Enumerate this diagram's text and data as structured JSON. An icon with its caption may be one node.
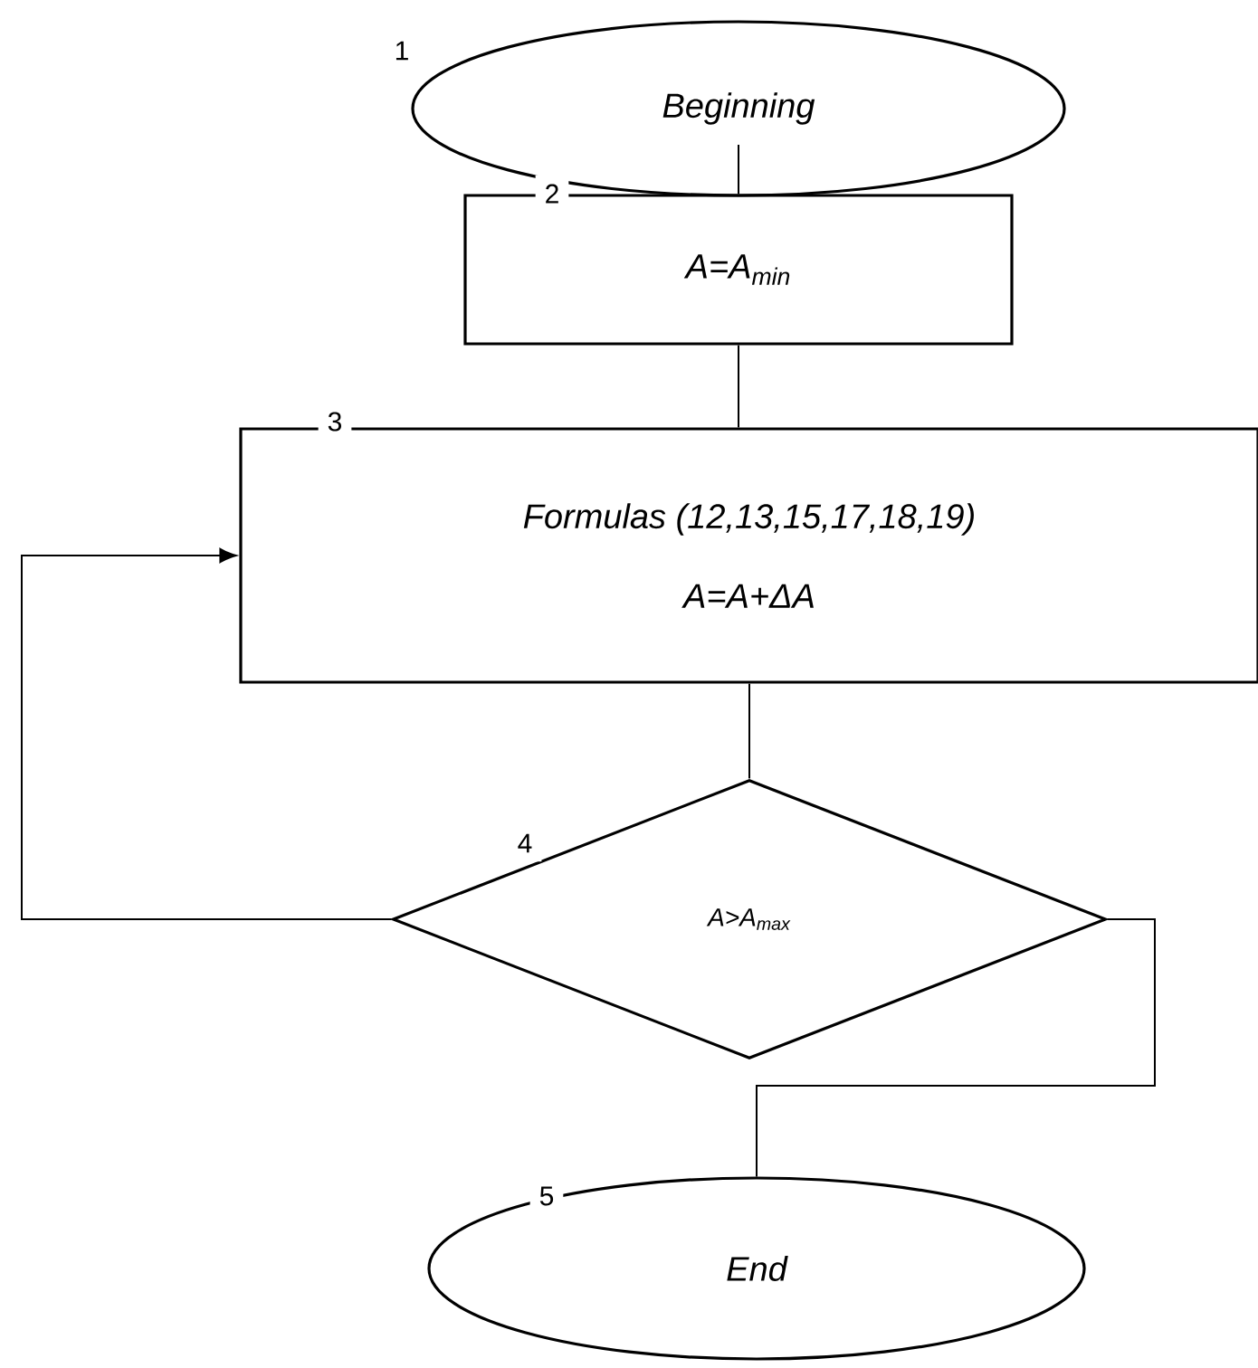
{
  "diagram": {
    "nodes": [
      {
        "text": [
          "Beginning"
        ],
        "beside": [
          "1"
        ]
      },
      {
        "text": [
          "A=A$_{min}$"
        ],
        "beside": [
          "2"
        ]
      },
      {
        "text": [
          "Formulas (12,13,15,17,18,19)",
          "A=A+ΔA"
        ],
        "beside": [
          "3"
        ]
      },
      {
        "text": [
          "A>A$_{max}$"
        ],
        "beside": [
          "4"
        ]
      },
      {
        "text": [
          "End"
        ],
        "beside": [
          "5"
        ]
      }
    ],
    "edges": [
      {
        "from": 0,
        "to": 1,
        "arrow": "none"
      },
      {
        "from": 1,
        "to": 2,
        "arrow": "none"
      },
      {
        "from": 2,
        "to": 3,
        "arrow": "none"
      },
      {
        "from": 3,
        "to": 2,
        "arrow": "to"
      },
      {
        "from": 3,
        "to": 4,
        "arrow": "none"
      }
    ]
  }
}
